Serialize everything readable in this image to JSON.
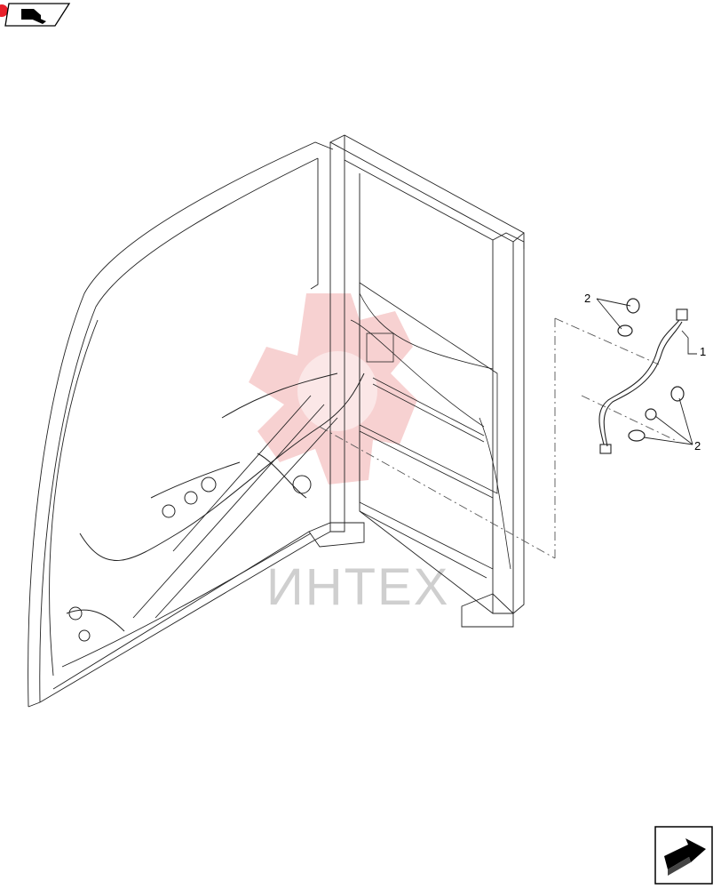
{
  "watermark": {
    "text": "ИНТЕХ",
    "color": "#cfcfcf",
    "emblem_color": "#f6c9c9"
  },
  "callouts": {
    "harness": "1",
    "plug_top": "2",
    "plug_bottom": "2"
  },
  "icons": {
    "top_left": "back-arrow-icon",
    "bottom_right": "next-page-arrow-icon",
    "corner": "red-badge-icon"
  },
  "colors": {
    "line": "#222222",
    "dash": "#555555",
    "badge": "#e8202a"
  }
}
